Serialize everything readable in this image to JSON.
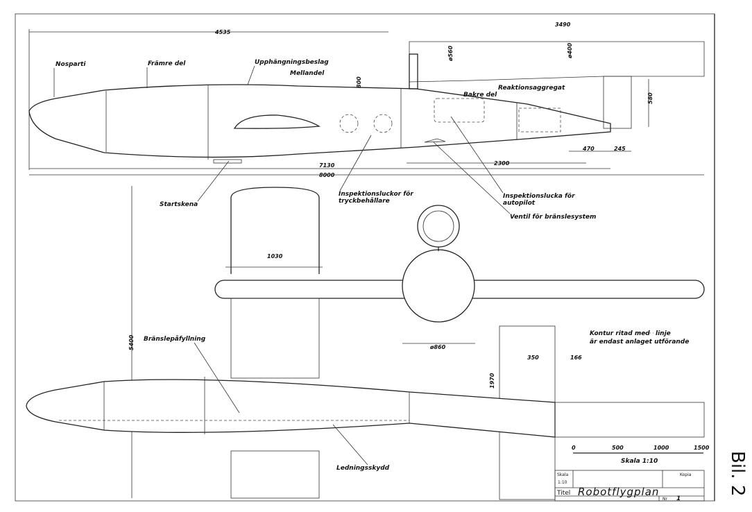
{
  "side_view": {
    "dim_overall_front": "4535",
    "dim_rear_overall": "3490",
    "dim_engine_diameter": "ø560",
    "dim_engine_inner": "ø400",
    "dim_height": "800",
    "dim_tail_height": "580",
    "dim_470": "470",
    "dim_245": "245",
    "dim_2300": "2300",
    "dim_7130": "7130",
    "dim_8000": "8000",
    "labels": {
      "nose": "Nosparti",
      "front": "Främre del",
      "mount": "Upphängningsbeslag",
      "middle": "Mellandel",
      "rear": "Bakre del",
      "engine": "Reaktionsaggregat",
      "hatches_1": "Inspektionsluckor för",
      "hatches_2": "tryckbehållare",
      "autopilot_1": "Inspektionslucka för",
      "autopilot_2": "autopilot",
      "valve": "Ventil för bränslesystem",
      "rail": "Startskena"
    }
  },
  "front_view": {
    "dim_diameter": "ø860",
    "dim_wing_chord": "1030"
  },
  "top_view": {
    "dim_span": "5400",
    "dim_350": "350",
    "dim_166": "166",
    "dim_1970": "1970",
    "labels": {
      "fuel_fill": "Bränslepåfyllning",
      "cable_guard": "Ledningsskydd",
      "note_1": "Kontur ritad med",
      "note_1b": "linje",
      "note_2": "är endast anlaget utförande"
    }
  },
  "scale_bar": {
    "ticks": [
      "0",
      "500",
      "1000",
      "1500"
    ],
    "label": "Skala 1:10"
  },
  "title_block": {
    "scale_label": "Skala",
    "scale_value": "1:10",
    "copy_label": "Kopia",
    "title_label": "Titel",
    "title": "Robotflygplan",
    "number_label": "Nr",
    "number": "1"
  },
  "margin_note": "Bil. 2"
}
